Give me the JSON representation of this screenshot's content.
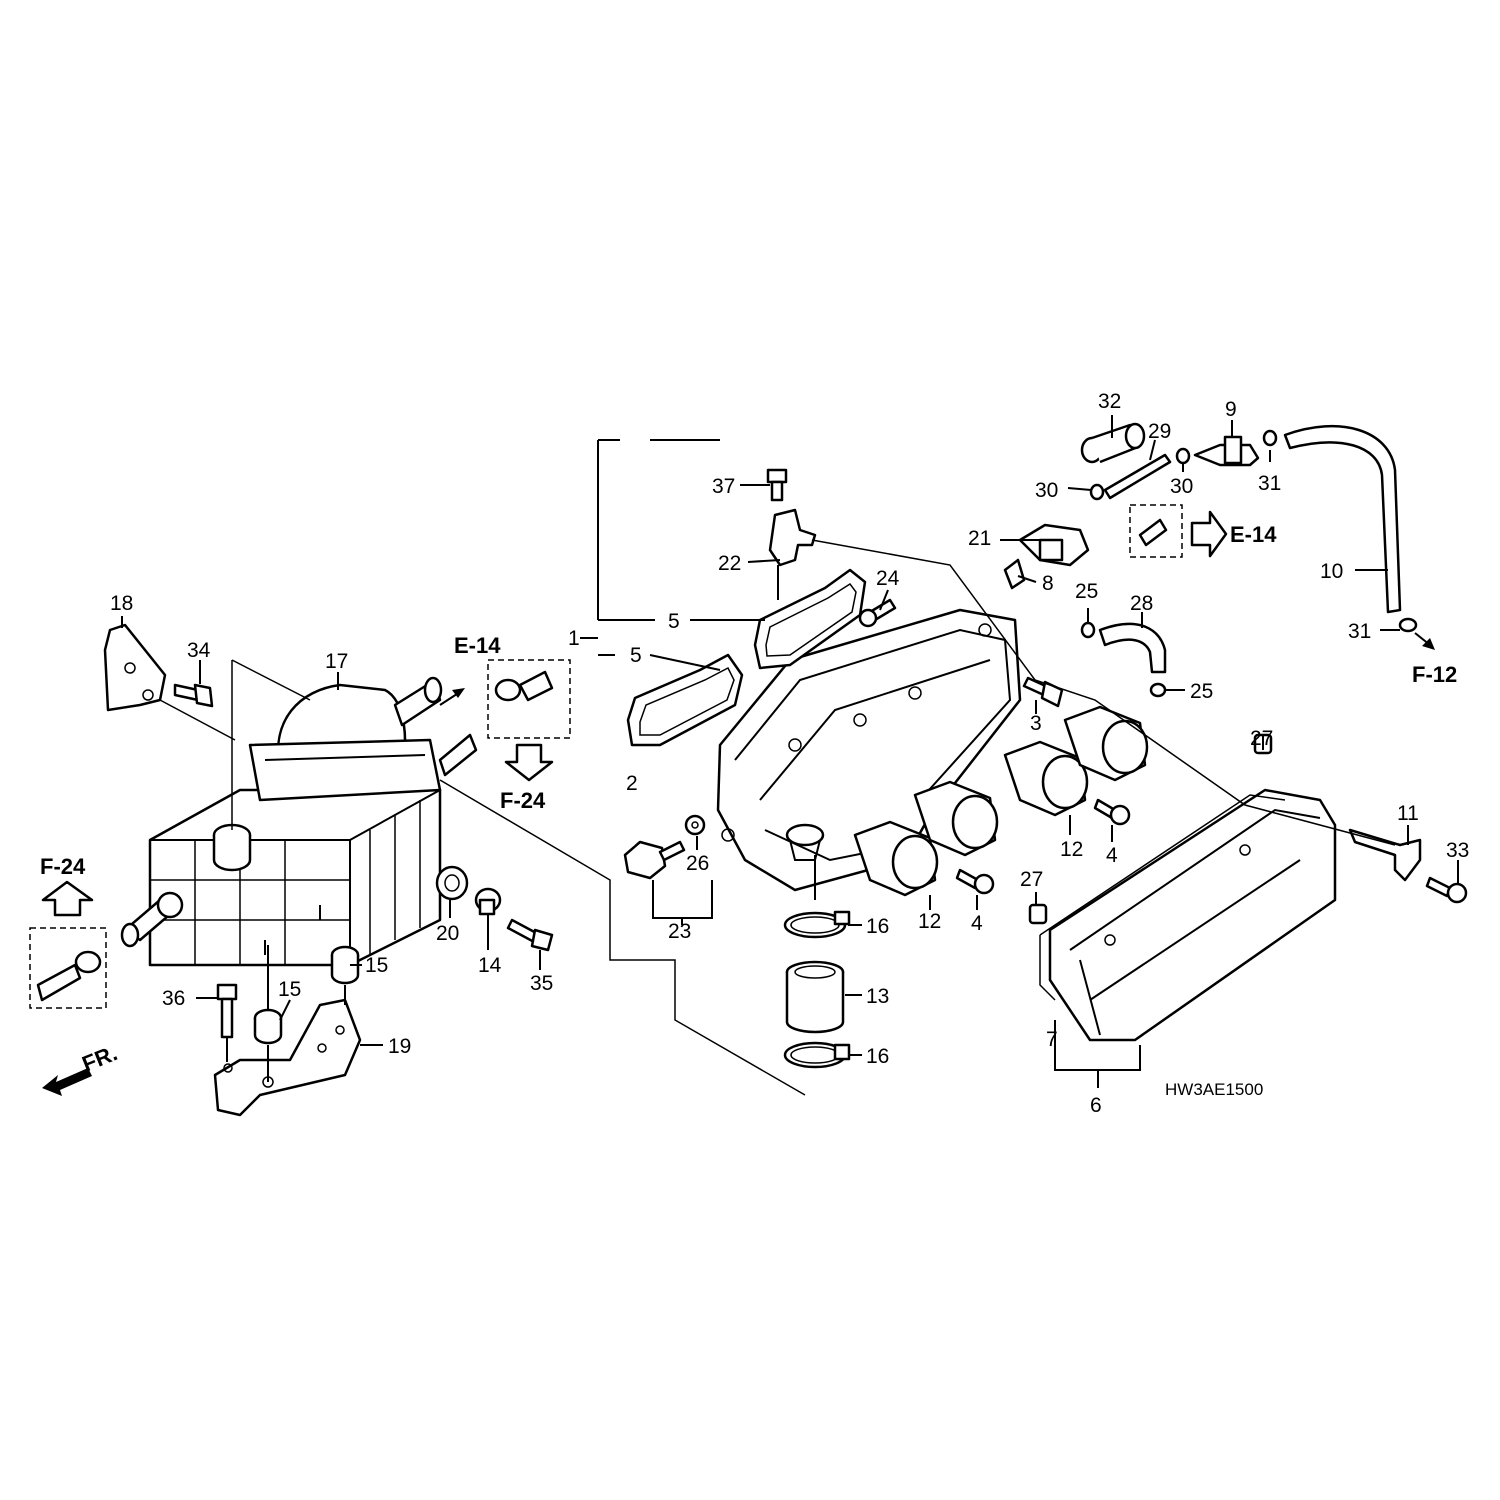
{
  "diagram": {
    "code": "HW3AE1500",
    "front_label": "FR.",
    "refs": {
      "e14_left": "E-14",
      "e14_right": "E-14",
      "f24_mid": "F-24",
      "f24_left": "F-24",
      "f12": "F-12"
    },
    "callouts": [
      {
        "id": "c1",
        "text": "1"
      },
      {
        "id": "c2",
        "text": "2"
      },
      {
        "id": "c3",
        "text": "3"
      },
      {
        "id": "c4a",
        "text": "4"
      },
      {
        "id": "c4b",
        "text": "4"
      },
      {
        "id": "c5a",
        "text": "5"
      },
      {
        "id": "c5b",
        "text": "5"
      },
      {
        "id": "c6",
        "text": "6"
      },
      {
        "id": "c7",
        "text": "7"
      },
      {
        "id": "c8",
        "text": "8"
      },
      {
        "id": "c9",
        "text": "9"
      },
      {
        "id": "c10",
        "text": "10"
      },
      {
        "id": "c11",
        "text": "11"
      },
      {
        "id": "c12a",
        "text": "12"
      },
      {
        "id": "c12b",
        "text": "12"
      },
      {
        "id": "c13",
        "text": "13"
      },
      {
        "id": "c14",
        "text": "14"
      },
      {
        "id": "c15a",
        "text": "15"
      },
      {
        "id": "c15b",
        "text": "15"
      },
      {
        "id": "c16a",
        "text": "16"
      },
      {
        "id": "c16b",
        "text": "16"
      },
      {
        "id": "c17",
        "text": "17"
      },
      {
        "id": "c18",
        "text": "18"
      },
      {
        "id": "c19",
        "text": "19"
      },
      {
        "id": "c20",
        "text": "20"
      },
      {
        "id": "c21",
        "text": "21"
      },
      {
        "id": "c22",
        "text": "22"
      },
      {
        "id": "c23",
        "text": "23"
      },
      {
        "id": "c24",
        "text": "24"
      },
      {
        "id": "c25a",
        "text": "25"
      },
      {
        "id": "c25b",
        "text": "25"
      },
      {
        "id": "c26",
        "text": "26"
      },
      {
        "id": "c27a",
        "text": "27"
      },
      {
        "id": "c27b",
        "text": "27"
      },
      {
        "id": "c28",
        "text": "28"
      },
      {
        "id": "c29",
        "text": "29"
      },
      {
        "id": "c30a",
        "text": "30"
      },
      {
        "id": "c30b",
        "text": "30"
      },
      {
        "id": "c31a",
        "text": "31"
      },
      {
        "id": "c31b",
        "text": "31"
      },
      {
        "id": "c32",
        "text": "32"
      },
      {
        "id": "c33",
        "text": "33"
      },
      {
        "id": "c34",
        "text": "34"
      },
      {
        "id": "c35",
        "text": "35"
      },
      {
        "id": "c36",
        "text": "36"
      },
      {
        "id": "c37",
        "text": "37"
      }
    ]
  }
}
